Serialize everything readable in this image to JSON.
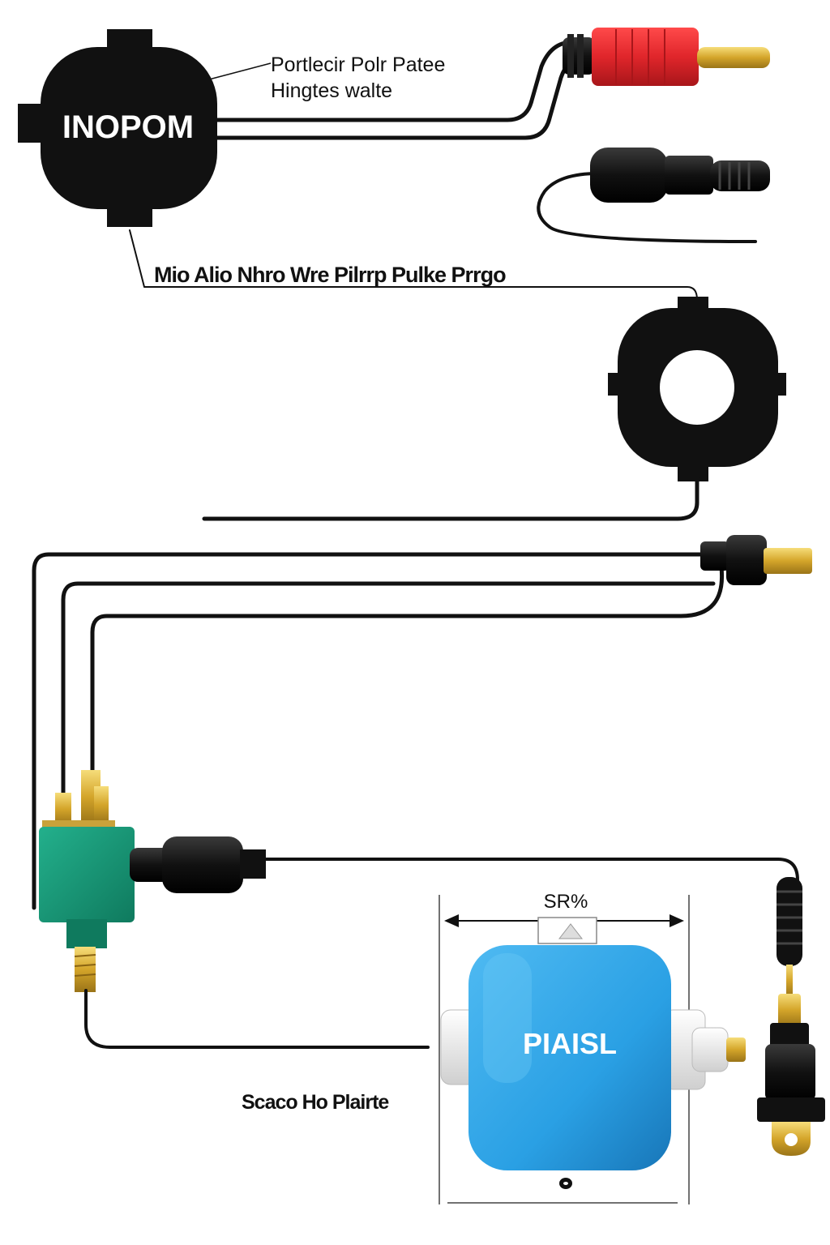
{
  "module_top": {
    "label": "INOPOM"
  },
  "callout_top": {
    "line1": "Portlecir Polr Patee",
    "line2": "Hingtes walte"
  },
  "callout_middle": {
    "text": "Mio Alio Nhro Wre Pilrrp Pulke Prrgo"
  },
  "dimension": {
    "label": "SR%"
  },
  "pump": {
    "label": "PIAISL"
  },
  "callout_bottom": {
    "text": "Scaco Ho Plairte"
  },
  "colors": {
    "wire": "#111111",
    "red_plug": "#e0262b",
    "brass": "#d4a52a",
    "green_block": "#169877",
    "pump_blue": "#2aa0e4"
  },
  "icons": [
    "red-banana-plug-icon",
    "black-sensor-plug-icon",
    "ring-sensor-icon",
    "brass-connector-icon",
    "green-terminal-block-icon",
    "pump-icon",
    "spring-lead-icon"
  ]
}
